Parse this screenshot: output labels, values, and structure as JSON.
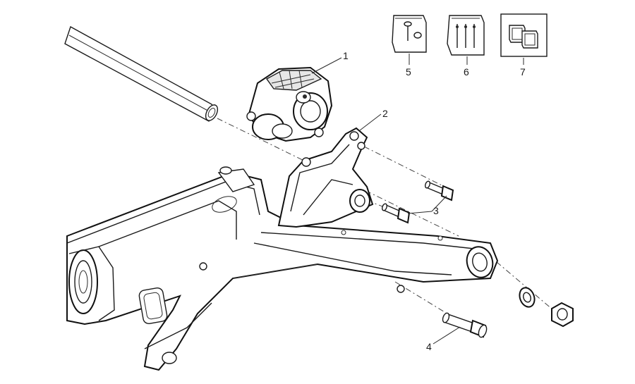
{
  "callouts": {
    "c1": "1",
    "c2": "2",
    "c3": "3",
    "c4": "4",
    "c5": "5",
    "c6": "6",
    "c7": "7"
  },
  "colors": {
    "line": "#1a1a1a",
    "background": "#ffffff",
    "shade": "#e6e6e6"
  }
}
